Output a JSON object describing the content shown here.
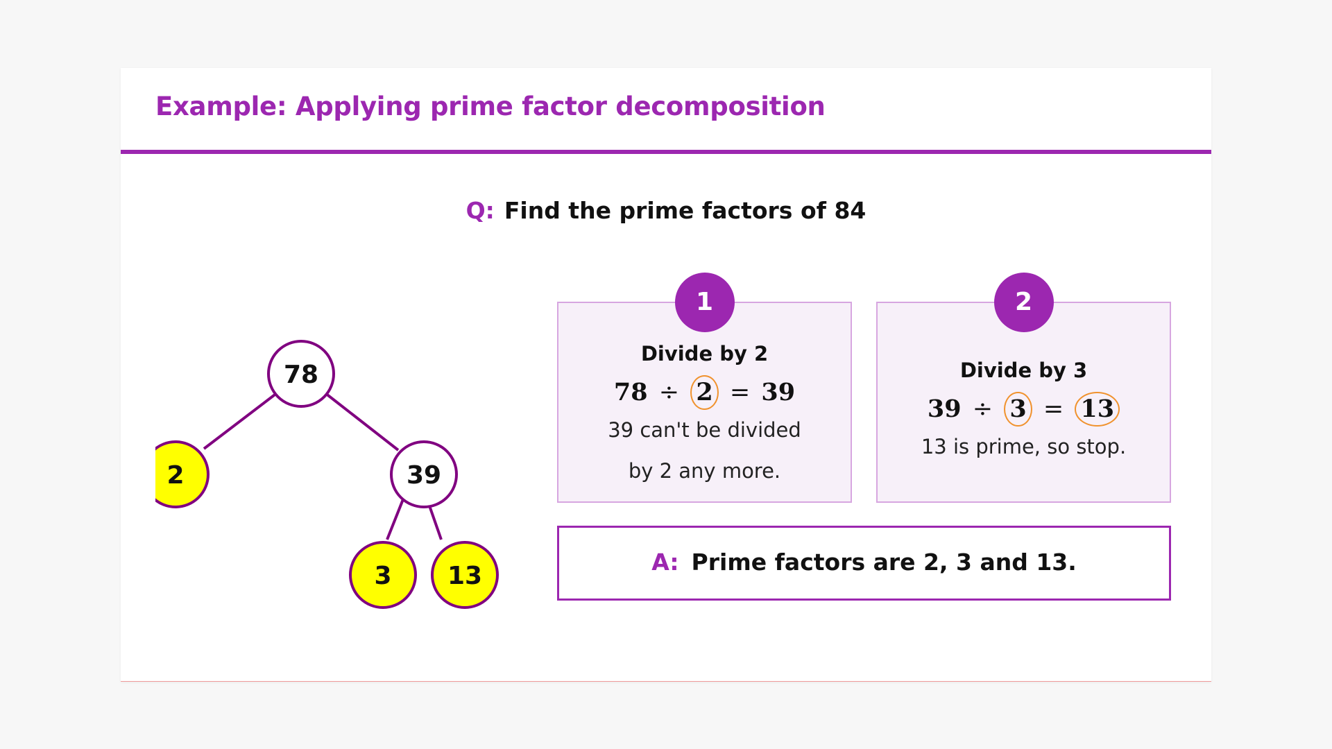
{
  "slide": {
    "title": "Example: Applying prime factor decomposition",
    "question_label": "Q:",
    "question_text": "Find the prime factors of 84"
  },
  "tree": {
    "nodes": {
      "root": "78",
      "left": "2",
      "right": "39",
      "right_left": "3",
      "right_right": "13"
    },
    "colors": {
      "prime_fill": "#ffff00",
      "composite_fill": "#ffffff",
      "stroke": "#800080"
    }
  },
  "steps": [
    {
      "number": "1",
      "heading": "Divide by 2",
      "equation": {
        "dividend": "78",
        "divide": "÷",
        "divisor": "2",
        "equals": "=",
        "result": "39"
      },
      "text": "39 can't be divided by 2 any more."
    },
    {
      "number": "2",
      "heading": "Divide by 3",
      "equation": {
        "dividend": "39",
        "divide": "÷",
        "divisor": "3",
        "equals": "=",
        "result": "13"
      },
      "text": "13 is prime, so stop."
    }
  ],
  "answer": {
    "label": "A:",
    "text": "Prime factors are 2, 3 and 13."
  },
  "colors": {
    "accent": "#9c27b0",
    "highlight_circle": "#f0922d",
    "step_bg": "#f7f0f9"
  }
}
